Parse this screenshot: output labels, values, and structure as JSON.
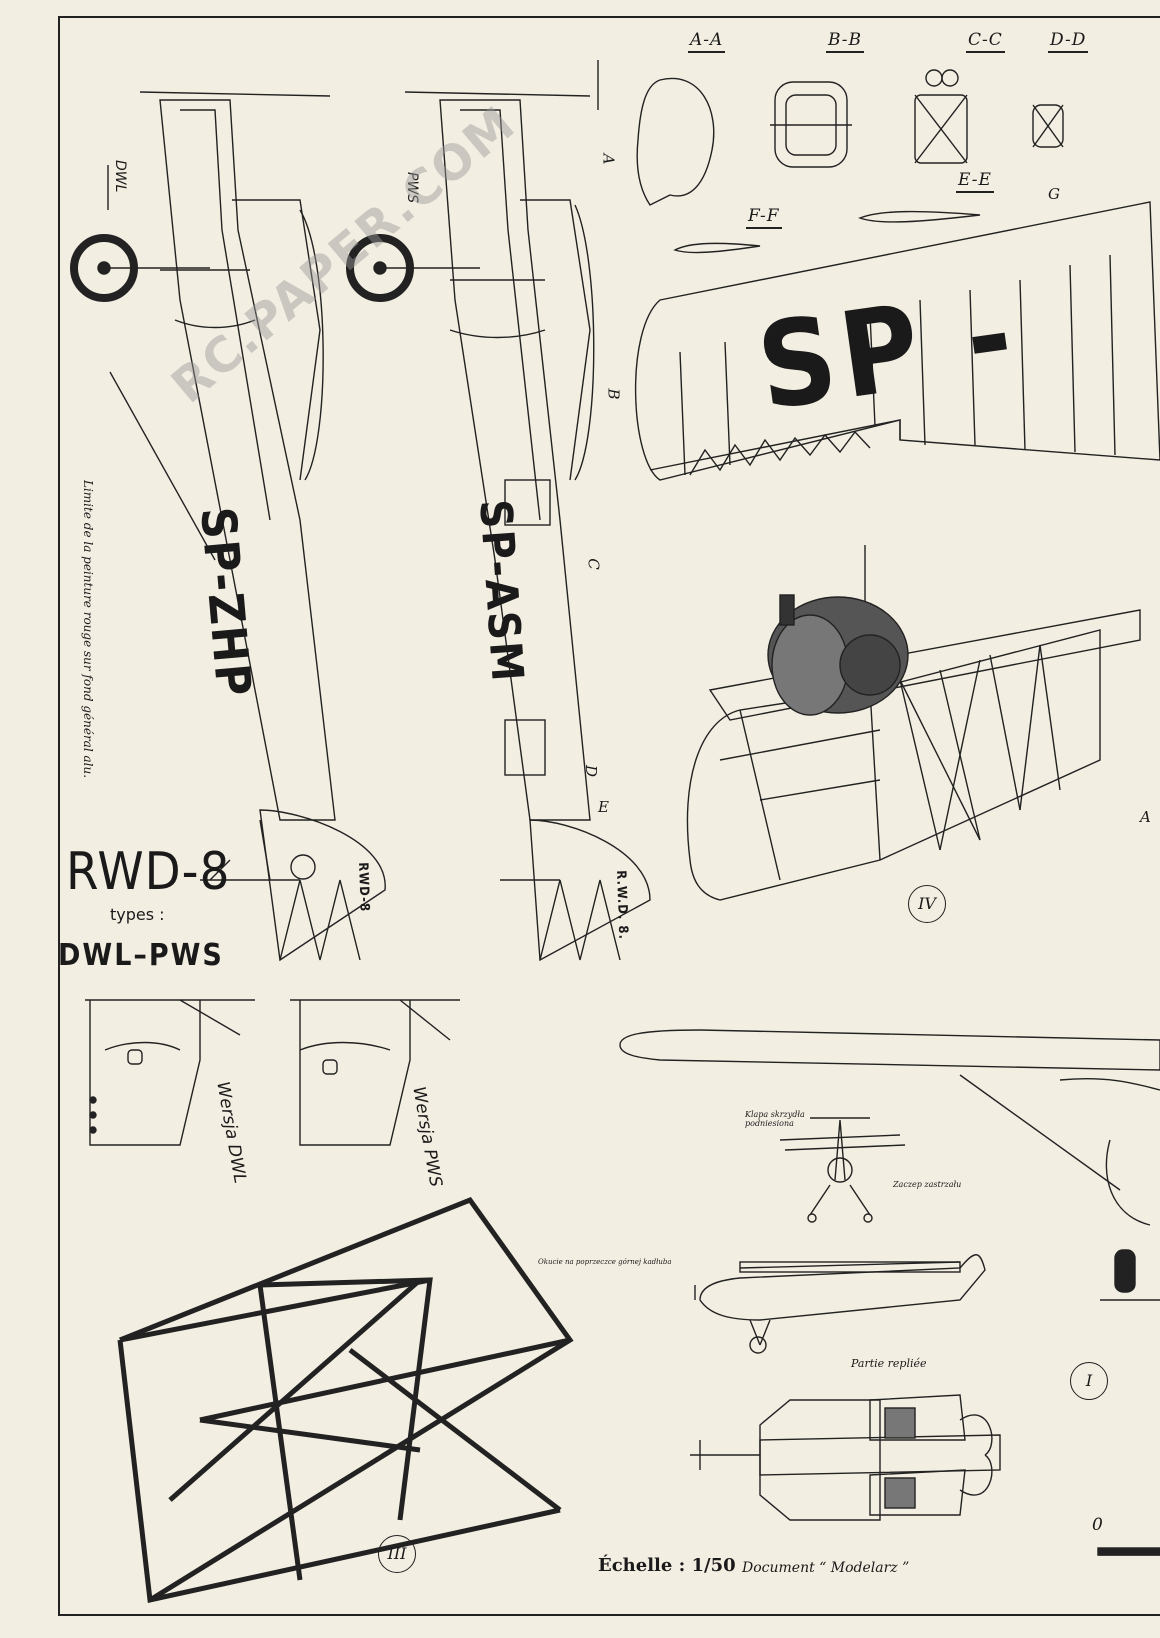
{
  "title": "RWD-8",
  "types_label": "types :",
  "subtitle": "DWL–PWS",
  "sections": [
    "A-A",
    "B-B",
    "C-C",
    "D-D",
    "E-E",
    "F-F"
  ],
  "section_markers": [
    "A",
    "B",
    "C",
    "D",
    "E",
    "G",
    "A"
  ],
  "registrations": {
    "dwl": "SP-ZHP",
    "pws": "SP-ASM",
    "wing": "SP -",
    "tail_dwl": "RWD-8",
    "tail_pws": "R.W.D. 8."
  },
  "side_labels": {
    "dwl": "DWL",
    "pws": "PWS"
  },
  "paint_note": "Limite de la peinture rouge sur fond général alu.",
  "versions": {
    "dwl": "Wersja DWL",
    "pws": "Wersja PWS"
  },
  "small_notes": {
    "flap": "Klapa skrzydła podniesiona",
    "lock": "Zaczep zastrzału",
    "fitting": "Okucie na poprzeczce górnej kadłuba",
    "folded": "Partie repliée"
  },
  "roman_numerals": [
    "IV",
    "I",
    "III"
  ],
  "scale_label": "Échelle : 1/50",
  "document_label": "Document “ Modelarz ”",
  "scale_zero": "0",
  "watermark": "RC.PAPER.COM",
  "colors": {
    "paper": "#f3eee2",
    "ink": "#1a1a1a"
  }
}
